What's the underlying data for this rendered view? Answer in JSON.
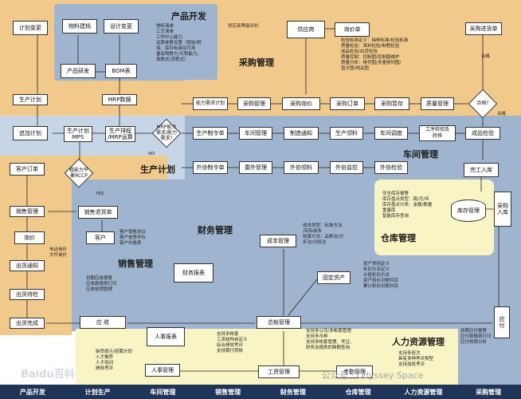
{
  "regions": {
    "product_dev": "产品开发",
    "procurement": "采购管理",
    "production_plan": "生产计划",
    "workshop": "车间管理",
    "warehouse": "仓库管理",
    "finance": "财务管理",
    "sales": "销售管理",
    "hr": "人力资源管理"
  },
  "boxes": {
    "plan_change": "计划变更",
    "material_build": "物料建档",
    "design_change": "设计变更",
    "product_rd": "产品研发",
    "bom": "BOM表",
    "mrp_data": "MRP数据",
    "production_plan": "生产计划",
    "add_plan": "追加计划",
    "mps": "生产计划\nMPS",
    "prod_schedule": "生产排程\n/MRP运算",
    "customer_order": "客户订单",
    "sales_mgmt": "销售管理",
    "quote": "询价",
    "ship_notice": "出货通知",
    "ship_inspect": "出货待检",
    "ship_done": "出货完成",
    "sales_return": "销售退货单",
    "customer": "客户",
    "receivable": "应  收",
    "supplier": "供应商",
    "inquiry_sheet": "询价单",
    "purchase_receipt": "采购进货单",
    "capacity_calc": "能力需求计划",
    "purchase_mgmt": "采购管理",
    "purchase_inquiry": "采购询价",
    "purchase_order": "采购订单",
    "purchase_hold": "采购暂存",
    "quality_mgmt": "质量管理",
    "prod_order": "生产制令单",
    "workshop_mgmt": "车间管理",
    "mfg_notice": "制造通知",
    "prod_picking": "生产领料",
    "workshop_transfer": "车间调度",
    "process_check": "工序检验及\n转移",
    "finished_check": "成品检验",
    "outsource_order": "外协制令单",
    "outsource_mgmt": "委外管理",
    "outsource_picking": "外协领料",
    "outsource_monitor": "外协监控",
    "outsource_check": "外协检验",
    "finished_in": "完工入库",
    "warehouse_mgmt": "库存管理",
    "purchase_in": "采购\n入库",
    "cost_mgmt": "成本管理",
    "fin_report": "财务报表",
    "fixed_asset": "固定资产",
    "general_ledger": "总帐管理",
    "payable": "应\n付",
    "hr_report": "人事报表",
    "hr_mgmt": "人事管理",
    "payroll": "工资管理",
    "attendance": "考勤管理"
  },
  "diamonds": {
    "mrp_capacity": "MRP能力\n需求/能力\n需求?",
    "rough_capacity": "粗能力平\n衡RCCP",
    "qualified": "合格?"
  },
  "notes": {
    "product_dev": "物料清单\n工艺清单\n工作中心能力\n运算参数设置（提前/附\n加、库存标准及可用\n量有限数方/天限能力，\n真数式(流程式）",
    "quality": "检验标准定义：抽样标准/检验标准\n质量检验：来料检验/制程检验\n成品检验/出货检验\n质量控制：控制图/控制图维护\n质量分析：排列图/多重排列图/\n直方图/相关图",
    "warehouse": "安全库存报警\n库存盘点类型：周/月/年\n库存盘点分类：金额/数量\n重量库\n智能库存查询",
    "cost": "成本类型：标准方法\n/实际成本\n核算方法：品种法/分\n步法/分批法",
    "fixed_asset": "资产类别定义\n折旧方法定义\n计提折旧方法\n资产原价对账科目\n累计折旧对账科目",
    "receivable": "到期应收报警\n应收款报表打印\n应收核销管理",
    "customer": "客户销售协议\n客户信誉评价\n客户价格表",
    "quote": "电话询价\n文件询价",
    "ledger": "支持多公司/多帐套管理\n支持多币种\n支持多帐套管理、凭证、\n财务及报表的跨期查询",
    "payable": "到期应付报警\n应付款报表打印\n应付核销分析",
    "payroll_left": "支持多帐套\n工资结构自定义\n综合绩效考评\n支持银行转帐",
    "hr_left": "缺员提示/招聘计划\n人才推荐\n人才培训\n绩效考评",
    "attendance": "支持多班次\n具有多种考评类型\n支持加班考评",
    "supplier_eval": "供应商等级评价",
    "yes": "YES",
    "no": "NO",
    "pass": "合格",
    "pass2": "合格"
  },
  "bottom_tabs": [
    "产品开发",
    "计划生产",
    "车间管理",
    "销售管理",
    "财务管理",
    "仓库管理",
    "人力资源管理",
    "采购管理"
  ],
  "watermark": {
    "left": "Baidu百科",
    "right": "公众号 · Odyssey Space"
  },
  "colors": {
    "orange": "#f1c98a",
    "blue": "#9fb5cf",
    "light_blue": "#c7d6e6",
    "yellow": "#f8f4c3",
    "navy": "#1f3558"
  }
}
